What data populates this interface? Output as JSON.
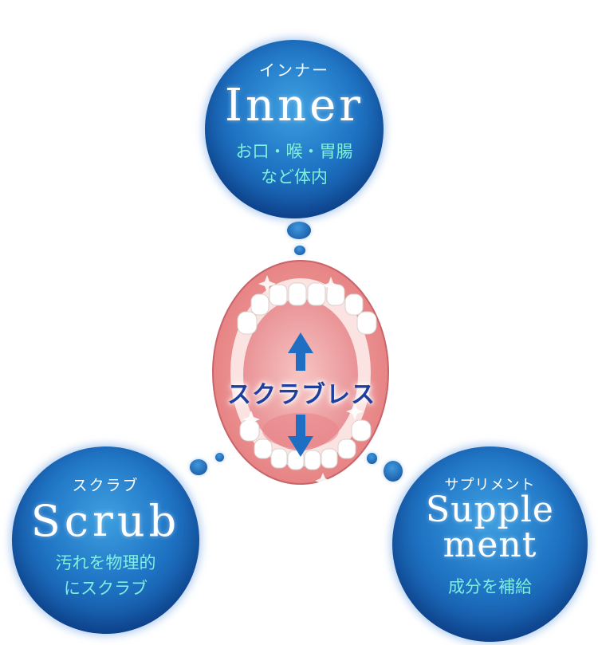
{
  "inner": {
    "kana": "インナー",
    "title": "Inner",
    "desc1": "お口・喉・胃腸",
    "desc2": "など体内"
  },
  "center": {
    "label": "スクラブレス"
  },
  "scrub": {
    "kana": "スクラブ",
    "title": "Scrub",
    "desc1": "汚れを物理的",
    "desc2": "にスクラブ"
  },
  "supplement": {
    "kana": "サプリメント",
    "title1": "Supple",
    "title2": "ment",
    "desc": "成分を補給"
  },
  "colors": {
    "circle": "#1f74c4",
    "accent_text": "#7ff0dc",
    "center_text": "#1f3f9e",
    "arrow": "#1e6fc4",
    "lips": "#f08f8f"
  }
}
